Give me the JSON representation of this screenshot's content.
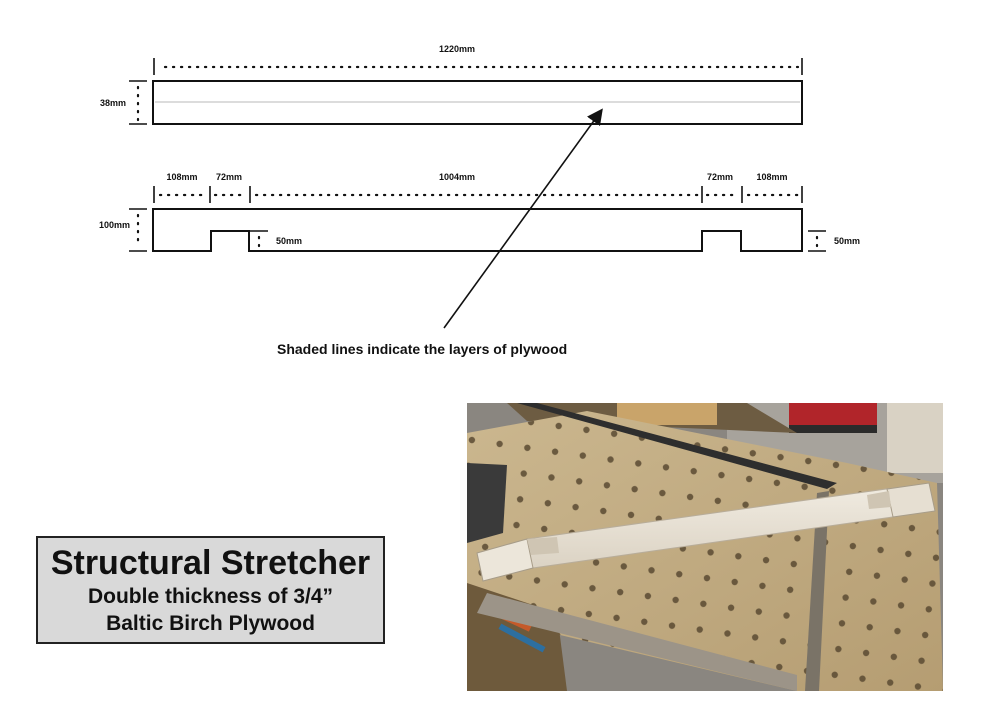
{
  "top_view": {
    "length_label": "1220mm",
    "thickness_label": "38mm"
  },
  "side_view": {
    "segments": [
      "108mm",
      "72mm",
      "1004mm",
      "72mm",
      "108mm"
    ],
    "height_label": "100mm",
    "notch_left_label": "50mm",
    "notch_right_label": "50mm"
  },
  "annotation": {
    "text": "Shaded lines indicate the layers of plywood"
  },
  "title_box": {
    "title": "Structural Stretcher",
    "line2": "Double thickness of 3/4”",
    "line3": "Baltic Birch Plywood"
  },
  "colors": {
    "outline": "#111111",
    "plywood_layer": "#c8c8c8",
    "title_bg": "#d9d9d9",
    "bench_top": "#c8b48a",
    "wood_piece": "#e8e2d6"
  }
}
